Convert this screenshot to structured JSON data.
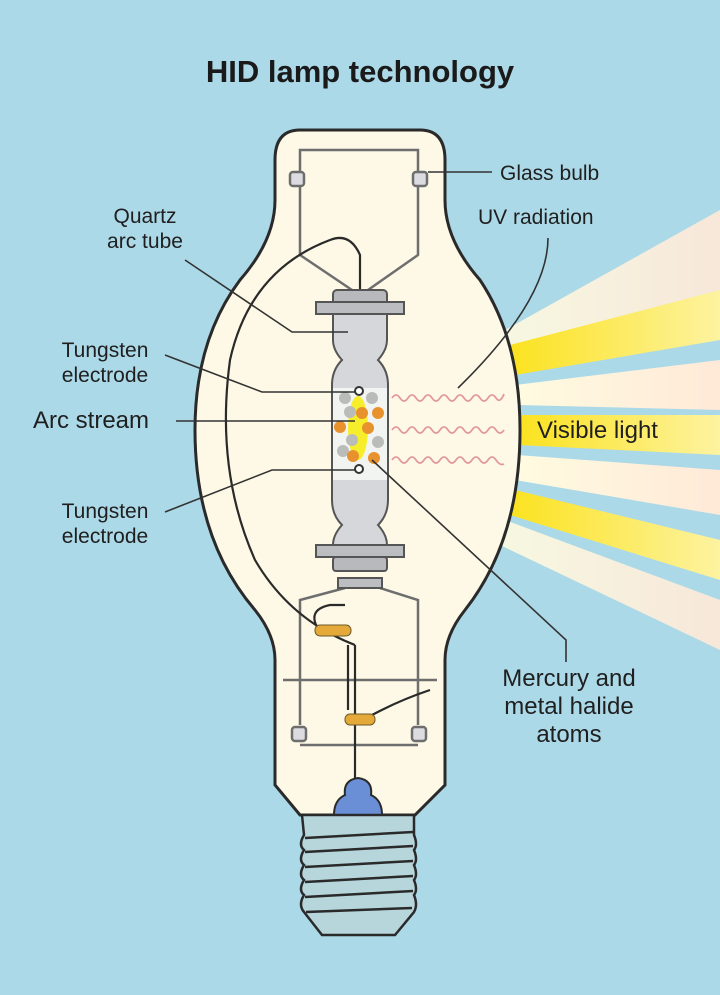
{
  "title": "HID lamp technology",
  "labels": {
    "glass_bulb": "Glass bulb",
    "uv_radiation": "UV radiation",
    "quartz_arc_tube": [
      "Quartz",
      "arc tube"
    ],
    "tungsten_electrode_top": [
      "Tungsten",
      "electrode"
    ],
    "arc_stream": "Arc stream",
    "tungsten_electrode_bottom": [
      "Tungsten",
      "electrode"
    ],
    "visible_light": "Visible light",
    "atoms": [
      "Mercury and",
      "metal halide",
      "atoms"
    ]
  },
  "colors": {
    "background": "#acd9e8",
    "bulb": "#fdf9e6",
    "light": "#fbe21f",
    "uv_wave": "#e29a9e",
    "mercury_atom": "#e8922e",
    "halide_atom": "#b9bcb8",
    "base": "#6b8fd6"
  }
}
